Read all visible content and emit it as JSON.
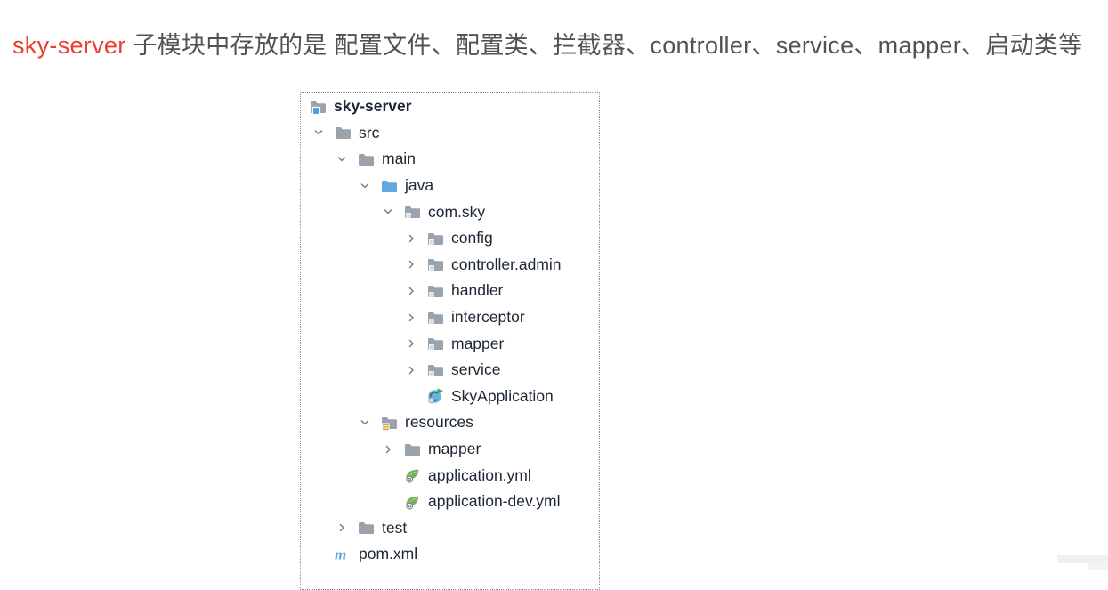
{
  "title": {
    "highlight": "sky-server",
    "rest": " 子模块中存放的是 配置文件、配置类、拦截器、controller、service、mapper、启动类等"
  },
  "tree": {
    "items": [
      {
        "label": "sky-server",
        "level": 0,
        "chevron": "none",
        "icon": "module",
        "bold": true
      },
      {
        "label": "src",
        "level": 1,
        "chevron": "down",
        "icon": "folder"
      },
      {
        "label": "main",
        "level": 2,
        "chevron": "down",
        "icon": "folder"
      },
      {
        "label": "java",
        "level": 3,
        "chevron": "down",
        "icon": "source-folder"
      },
      {
        "label": "com.sky",
        "level": 4,
        "chevron": "down",
        "icon": "package"
      },
      {
        "label": "config",
        "level": 5,
        "chevron": "right",
        "icon": "package"
      },
      {
        "label": "controller.admin",
        "level": 5,
        "chevron": "right",
        "icon": "package"
      },
      {
        "label": "handler",
        "level": 5,
        "chevron": "right",
        "icon": "package"
      },
      {
        "label": "interceptor",
        "level": 5,
        "chevron": "right",
        "icon": "package"
      },
      {
        "label": "mapper",
        "level": 5,
        "chevron": "right",
        "icon": "package"
      },
      {
        "label": "service",
        "level": 5,
        "chevron": "right",
        "icon": "package"
      },
      {
        "label": "SkyApplication",
        "level": 5,
        "chevron": "none",
        "icon": "class-run"
      },
      {
        "label": "resources",
        "level": 3,
        "chevron": "down",
        "icon": "resources-folder"
      },
      {
        "label": "mapper",
        "level": 4,
        "chevron": "right",
        "icon": "folder"
      },
      {
        "label": "application.yml",
        "level": 4,
        "chevron": "none",
        "icon": "spring-config"
      },
      {
        "label": "application-dev.yml",
        "level": 4,
        "chevron": "none",
        "icon": "spring-config"
      },
      {
        "label": "test",
        "level": 2,
        "chevron": "right",
        "icon": "folder"
      },
      {
        "label": "pom.xml",
        "level": 1,
        "chevron": "none",
        "icon": "maven"
      }
    ]
  },
  "colors": {
    "title_highlight": "#EC3E2E",
    "title_text": "#525252",
    "tree_text": "#1C2734",
    "folder_gray": "#9AA2AB",
    "source_folder_blue": "#5FA8E2",
    "module_badge_blue": "#3FA3E3",
    "package_dot_blue": "#BFDCF5",
    "resources_gold": "#E5A634",
    "spring_green": "#77B25A",
    "class_circle_blue": "#63B7E7",
    "run_arrow_green": "#3FAE49",
    "maven_blue": "#59A7E5",
    "chevron_gray": "#72808C",
    "box_border": "#8C8C8C"
  }
}
